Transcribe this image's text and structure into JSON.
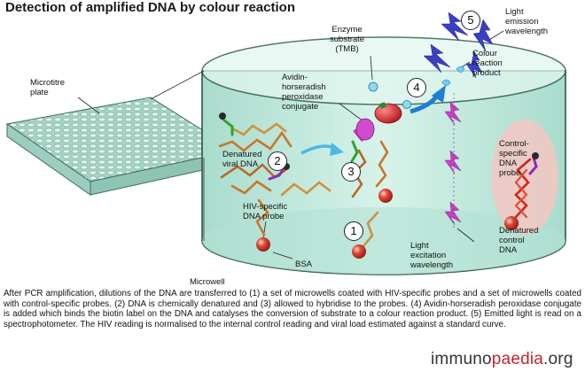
{
  "title": "Detection of amplified DNA by colour reaction",
  "labels": {
    "microtitre_plate": "Microtitre\nplate",
    "microwell": "Microwell",
    "enzyme_substrate": "Enzyme\nsubstrate\n(TMB)",
    "avidin_conjugate": "Avidin-\nhorseradish\nperoxidase\nconjugate",
    "denatured_viral_dna": "Denatured\nviral DNA",
    "hiv_probe": "HIV-specific\nDNA probe",
    "bsa": "BSA",
    "light_excitation": "Light\nexcitation\nwavelength",
    "light_emission": "Light\nemission\nwavelength",
    "colour_product": "Colour\nreaction\nproduct",
    "control_probe": "Control-\nspecific\nDNA\nprobe",
    "denatured_control": "Denatured\ncontrol\nDNA"
  },
  "steps": [
    "1",
    "2",
    "3",
    "4",
    "5"
  ],
  "caption": "After PCR amplification, dilutions of the DNA are transferred to (1) a set of microwells coated with HIV-specific probes and a set of microwells coated with control-specific probes. (2) DNA is chemically denatured and (3) allowed to hybridise to the probes. (4) Avidin-horseradish peroxidase conjugate is added which binds the biotin label on the DNA and catalyses the conversion of substrate to a colour reaction product. (5) Emitted light is read on a spectrophotometer. The HIV reading is normalised to the internal control reading and viral load estimated against a standard curve.",
  "brand": {
    "prefix": "immuno",
    "accent": "paedia",
    "suffix": ".org"
  },
  "colors": {
    "well_fill": "#c8ede3",
    "well_stroke": "#1f4a3c",
    "plate_fill": "#b6ddd2",
    "bead": "#d23b2b",
    "strand": "#c8762a",
    "probe_green": "#2ea52e",
    "probe_purple": "#8a2bb6",
    "lightning": "#3b3fc4",
    "excitation": "#c83fc8",
    "arrow": "#1d7fd1",
    "brand_accent": "#c3262a"
  }
}
